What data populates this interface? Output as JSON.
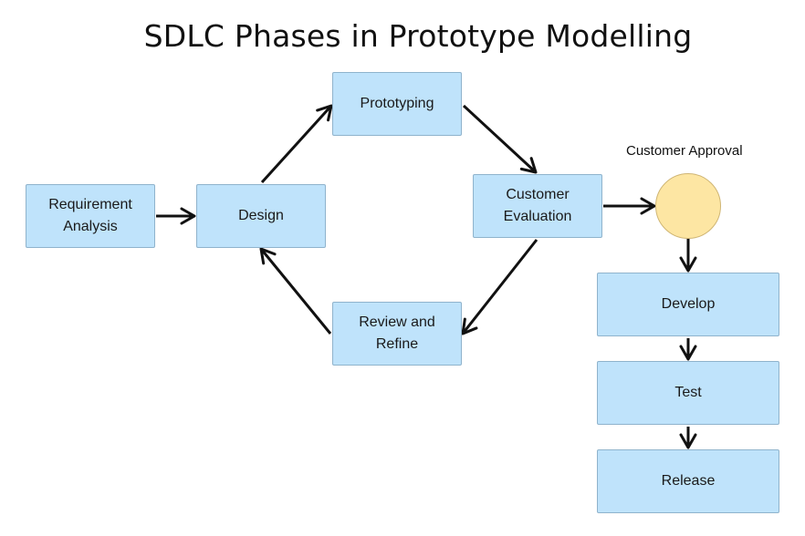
{
  "title": "SDLC Phases in Prototype Modelling",
  "nodes": {
    "requirement_analysis": {
      "line1": "Requirement",
      "line2": "Analysis"
    },
    "design": {
      "label": "Design"
    },
    "prototyping": {
      "label": "Prototyping"
    },
    "customer_evaluation": {
      "line1": "Customer",
      "line2": "Evaluation"
    },
    "review_refine": {
      "line1": "Review and",
      "line2": "Refine"
    },
    "customer_approval": {
      "label": "Customer Approval"
    },
    "develop": {
      "label": "Develop"
    },
    "test": {
      "label": "Test"
    },
    "release": {
      "label": "Release"
    }
  },
  "edges": [
    {
      "from": "Requirement Analysis",
      "to": "Design"
    },
    {
      "from": "Design",
      "to": "Prototyping"
    },
    {
      "from": "Prototyping",
      "to": "Customer Evaluation"
    },
    {
      "from": "Customer Evaluation",
      "to": "Review and Refine"
    },
    {
      "from": "Review and Refine",
      "to": "Design"
    },
    {
      "from": "Customer Evaluation",
      "to": "Customer Approval"
    },
    {
      "from": "Customer Approval",
      "to": "Develop"
    },
    {
      "from": "Develop",
      "to": "Test"
    },
    {
      "from": "Test",
      "to": "Release"
    }
  ],
  "colors": {
    "box_fill": "#bfe3fb",
    "box_border": "#8fb3cc",
    "decision_fill": "#fde6a3",
    "decision_border": "#cfb574",
    "arrow": "#111111"
  }
}
